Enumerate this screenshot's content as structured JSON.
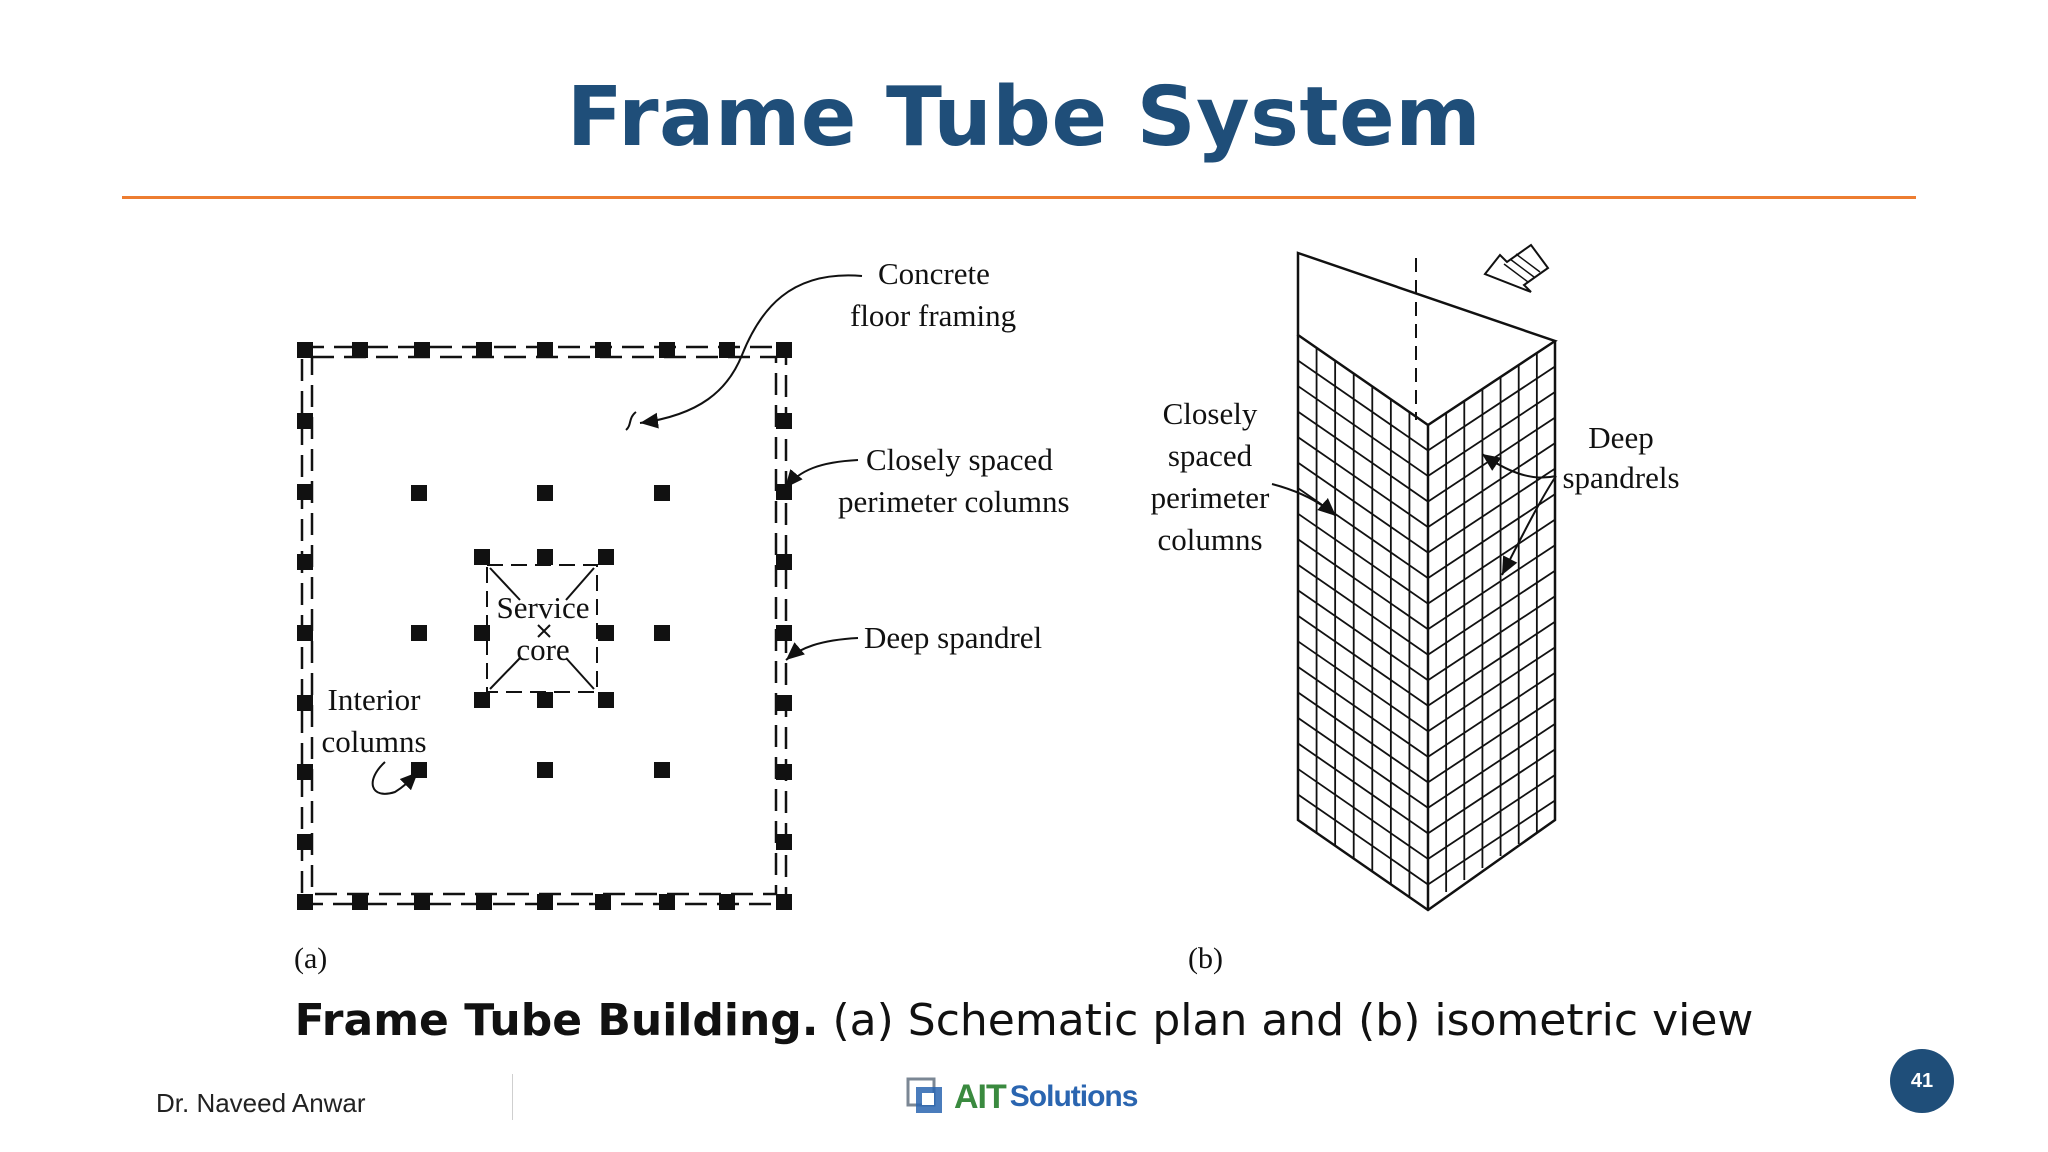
{
  "slide": {
    "title": "Frame Tube System",
    "caption_bold": "Frame Tube Building.",
    "caption_rest": " (a) Schematic plan and (b) isometric view",
    "page_number": "41",
    "author": "Dr. Naveed Anwar"
  },
  "logo": {
    "part1": "AIT",
    "part2": "Solutions"
  },
  "diagram": {
    "plan": {
      "label_concrete_1": "Concrete",
      "label_concrete_2": "floor framing",
      "label_perimeter_1": "Closely spaced",
      "label_perimeter_2": "perimeter columns",
      "label_spandrel": "Deep spandrel",
      "label_core_1": "Service",
      "label_core_2": "core",
      "label_interior_1": "Interior",
      "label_interior_2": "columns",
      "sub_label": "(a)"
    },
    "iso": {
      "label_cols_1": "Closely",
      "label_cols_2": "spaced",
      "label_cols_3": "perimeter",
      "label_cols_4": "columns",
      "label_spandrels_1": "Deep",
      "label_spandrels_2": "spandrels",
      "sub_label": "(b)"
    }
  },
  "colors": {
    "title": "#1f4e79",
    "rule": "#ed7d31",
    "badge": "#1f4e79"
  }
}
